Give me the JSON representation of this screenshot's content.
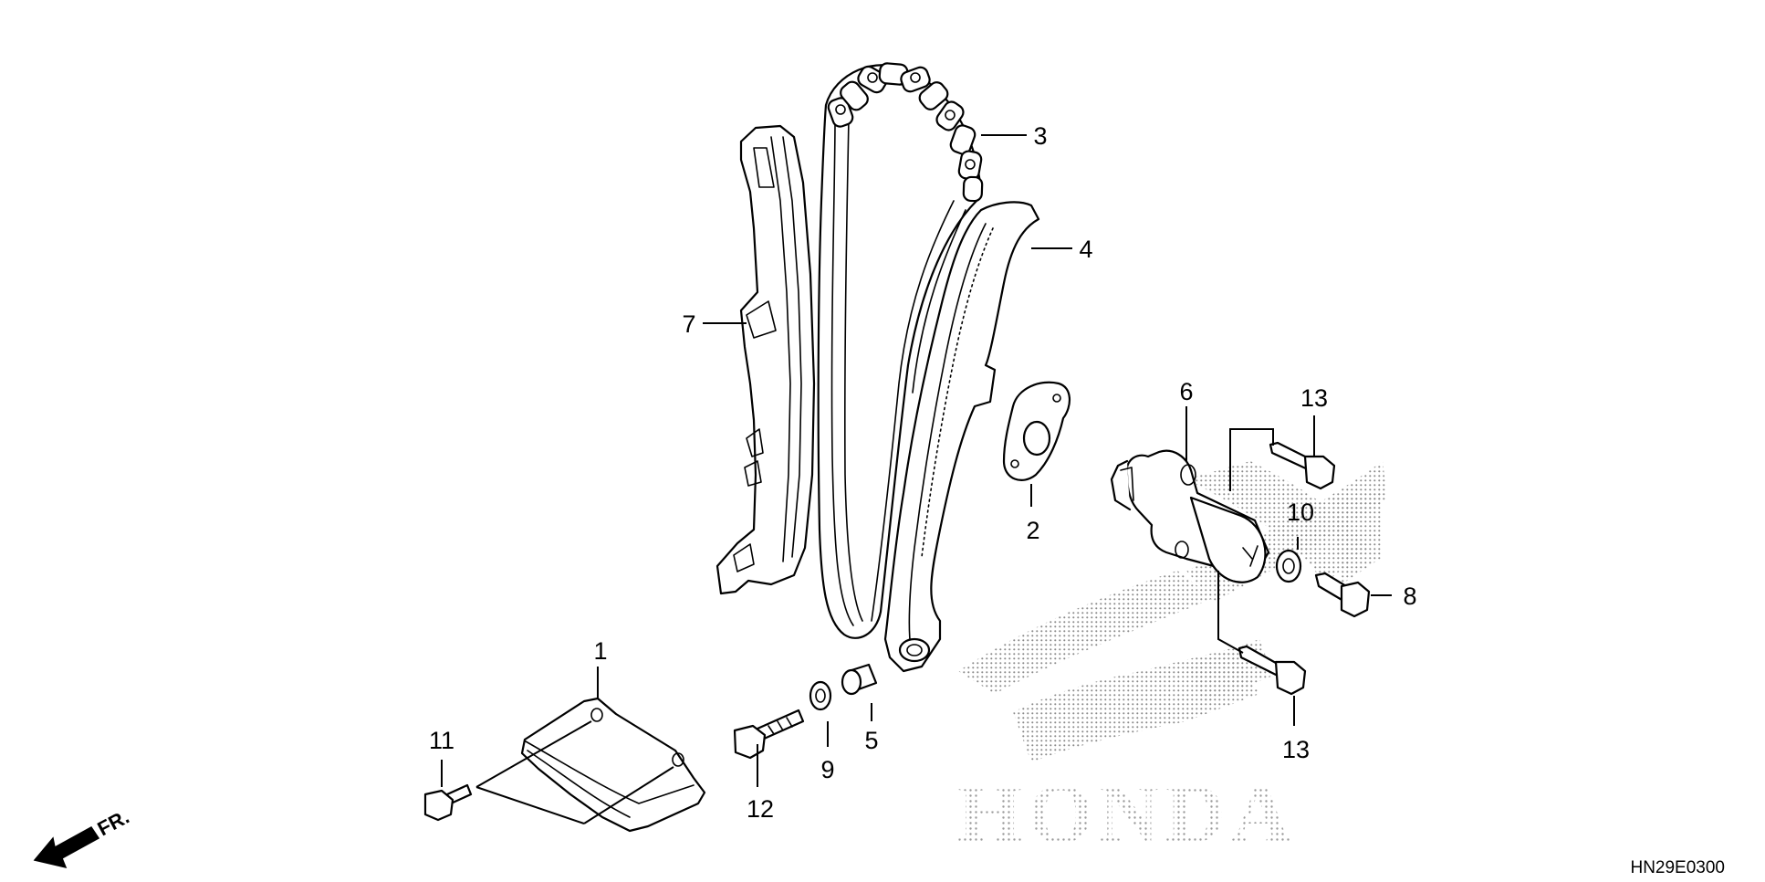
{
  "diagram": {
    "code": "HN29E0300",
    "front_label": "FR.",
    "watermark_text": "HONDA",
    "callouts": {
      "p1": "1",
      "p2": "2",
      "p3": "3",
      "p4": "4",
      "p5": "5",
      "p6": "6",
      "p7": "7",
      "p8": "8",
      "p9": "9",
      "p10": "10",
      "p11": "11",
      "p12": "12",
      "p13a": "13",
      "p13b": "13"
    }
  }
}
